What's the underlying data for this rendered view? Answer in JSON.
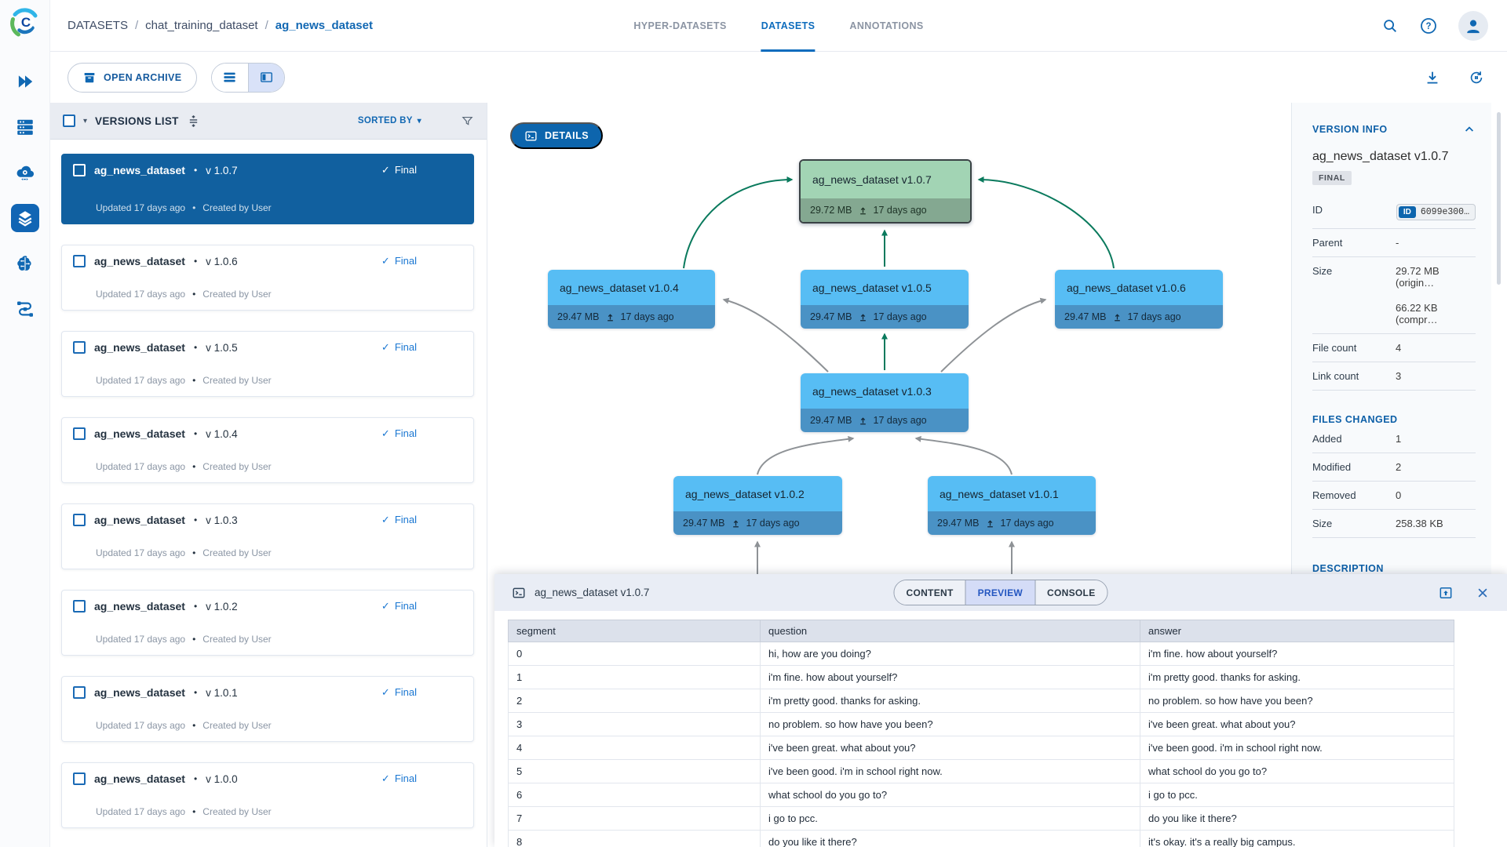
{
  "header": {
    "breadcrumb": {
      "items": [
        "DATASETS",
        "chat_training_dataset",
        "ag_news_dataset"
      ],
      "separator": "/"
    },
    "tabs": [
      {
        "label": "HYPER-DATASETS",
        "active": false
      },
      {
        "label": "DATASETS",
        "active": true
      },
      {
        "label": "ANNOTATIONS",
        "active": false
      }
    ]
  },
  "toolbar": {
    "open_archive_label": "OPEN ARCHIVE"
  },
  "versions_panel": {
    "title": "VERSIONS LIST",
    "sorted_by_label": "SORTED BY",
    "check_glyph": "✓",
    "dot": "•",
    "items": [
      {
        "name": "ag_news_dataset",
        "version": "v 1.0.7",
        "status": "Final",
        "updated": "Updated 17 days ago",
        "created": "Created by User",
        "selected": true
      },
      {
        "name": "ag_news_dataset",
        "version": "v 1.0.6",
        "status": "Final",
        "updated": "Updated 17 days ago",
        "created": "Created by User",
        "selected": false
      },
      {
        "name": "ag_news_dataset",
        "version": "v 1.0.5",
        "status": "Final",
        "updated": "Updated 17 days ago",
        "created": "Created by User",
        "selected": false
      },
      {
        "name": "ag_news_dataset",
        "version": "v 1.0.4",
        "status": "Final",
        "updated": "Updated 17 days ago",
        "created": "Created by User",
        "selected": false
      },
      {
        "name": "ag_news_dataset",
        "version": "v 1.0.3",
        "status": "Final",
        "updated": "Updated 17 days ago",
        "created": "Created by User",
        "selected": false
      },
      {
        "name": "ag_news_dataset",
        "version": "v 1.0.2",
        "status": "Final",
        "updated": "Updated 17 days ago",
        "created": "Created by User",
        "selected": false
      },
      {
        "name": "ag_news_dataset",
        "version": "v 1.0.1",
        "status": "Final",
        "updated": "Updated 17 days ago",
        "created": "Created by User",
        "selected": false
      },
      {
        "name": "ag_news_dataset",
        "version": "v 1.0.0",
        "status": "Final",
        "updated": "Updated 17 days ago",
        "created": "Created by User",
        "selected": false
      }
    ]
  },
  "graph": {
    "details_label": "DETAILS",
    "nodes": [
      {
        "label": "ag_news_dataset v1.0.7",
        "size": "29.72 MB",
        "uploaded": "17 days ago",
        "current": true
      },
      {
        "label": "ag_news_dataset v1.0.4",
        "size": "29.47 MB",
        "uploaded": "17 days ago",
        "current": false
      },
      {
        "label": "ag_news_dataset v1.0.5",
        "size": "29.47 MB",
        "uploaded": "17 days ago",
        "current": false
      },
      {
        "label": "ag_news_dataset v1.0.6",
        "size": "29.47 MB",
        "uploaded": "17 days ago",
        "current": false
      },
      {
        "label": "ag_news_dataset v1.0.3",
        "size": "29.47 MB",
        "uploaded": "17 days ago",
        "current": false
      },
      {
        "label": "ag_news_dataset v1.0.2",
        "size": "29.47 MB",
        "uploaded": "17 days ago",
        "current": false
      },
      {
        "label": "ag_news_dataset v1.0.1",
        "size": "29.47 MB",
        "uploaded": "17 days ago",
        "current": false
      }
    ]
  },
  "version_info": {
    "section_title": "VERSION INFO",
    "name": "ag_news_dataset v1.0.7",
    "badge": "FINAL",
    "id_label": "ID",
    "id_chip": "ID",
    "id_value": "6099e300…",
    "rows": [
      {
        "label": "Parent",
        "value": "-"
      },
      {
        "label": "Size",
        "values": [
          "29.72 MB (origin…",
          "66.22 KB (compr…"
        ]
      },
      {
        "label": "File count",
        "value": "4"
      },
      {
        "label": "Link count",
        "value": "3"
      }
    ],
    "files_changed": {
      "section_title": "FILES CHANGED",
      "rows": [
        {
          "label": "Added",
          "value": "1"
        },
        {
          "label": "Modified",
          "value": "2"
        },
        {
          "label": "Removed",
          "value": "0"
        },
        {
          "label": "Size",
          "value": "258.38 KB"
        }
      ]
    },
    "description_title": "DESCRIPTION"
  },
  "preview_panel": {
    "title": "ag_news_dataset v1.0.7",
    "tabs": [
      {
        "label": "CONTENT",
        "active": false
      },
      {
        "label": "PREVIEW",
        "active": true
      },
      {
        "label": "CONSOLE",
        "active": false
      }
    ],
    "table": {
      "columns": [
        "segment",
        "question",
        "answer"
      ],
      "rows": [
        [
          "0",
          "hi, how are you doing?",
          "i'm fine. how about yourself?"
        ],
        [
          "1",
          "i'm fine. how about yourself?",
          "i'm pretty good. thanks for asking."
        ],
        [
          "2",
          "i'm pretty good. thanks for asking.",
          "no problem. so how have you been?"
        ],
        [
          "3",
          "no problem. so how have you been?",
          "i've been great. what about you?"
        ],
        [
          "4",
          "i've been great. what about you?",
          "i've been good. i'm in school right now."
        ],
        [
          "5",
          "i've been good. i'm in school right now.",
          "what school do you go to?"
        ],
        [
          "6",
          "what school do you go to?",
          "i go to pcc."
        ],
        [
          "7",
          "i go to pcc.",
          "do you like it there?"
        ],
        [
          "8",
          "do you like it there?",
          "it's okay. it's a really big campus."
        ]
      ]
    }
  },
  "colors": {
    "accent_blue": "#1268b3",
    "selected_card": "#11609f",
    "node_blue": "#57bdf4",
    "node_blue_footer": "#4a92c5",
    "node_green": "#a2d4b4",
    "node_green_footer": "#84a891",
    "arrow_green": "#0a7a5d",
    "arrow_gray": "#8e9296"
  }
}
